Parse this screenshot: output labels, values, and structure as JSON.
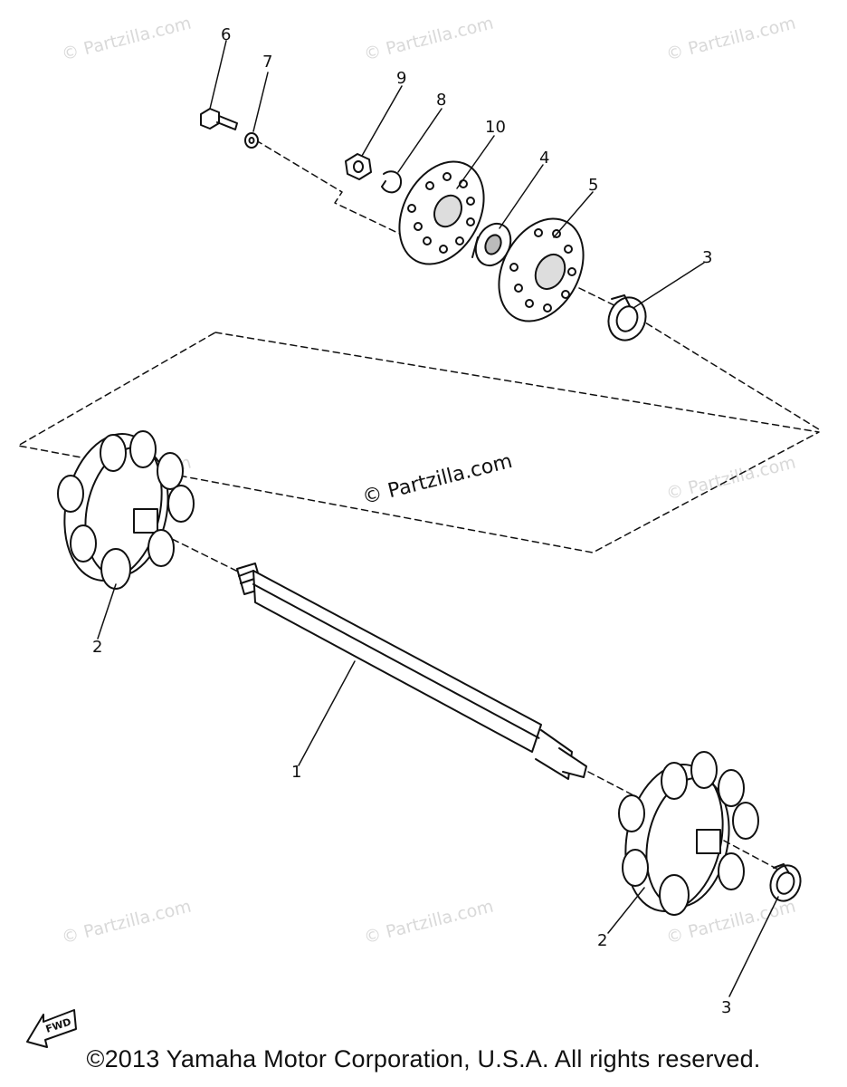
{
  "watermark": {
    "text": "© Partzilla.com",
    "center_text": "© Partzilla.com"
  },
  "callouts": {
    "c1": "1",
    "c2a": "2",
    "c2b": "2",
    "c3a": "3",
    "c3b": "3",
    "c4": "4",
    "c5": "5",
    "c6": "6",
    "c7": "7",
    "c8": "8",
    "c9": "9",
    "c10": "10"
  },
  "fwd_label": "FWD",
  "copyright": "©2013 Yamaha Motor Corporation, U.S.A. All rights reserved."
}
